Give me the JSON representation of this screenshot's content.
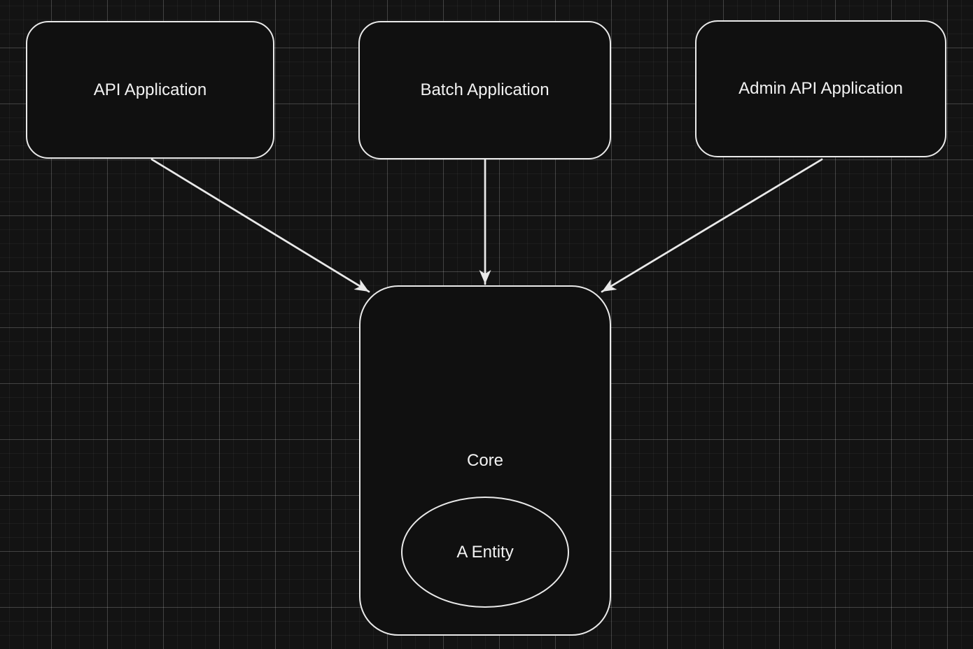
{
  "canvas": {
    "background_color": "#131313",
    "grid_minor_color": "#1d1d1d",
    "grid_major_color": "#3f3f44",
    "stroke_color": "#e9e9e9",
    "shape_fill_color": "#101010",
    "text_color": "#f2f2f2"
  },
  "diagram": {
    "nodes": [
      {
        "id": "api",
        "shape": "rectangle",
        "label": "API Application"
      },
      {
        "id": "batch",
        "shape": "rectangle",
        "label": "Batch Application"
      },
      {
        "id": "admin",
        "shape": "rectangle",
        "label": "Admin API Application"
      },
      {
        "id": "core",
        "shape": "rectangle",
        "label": "Core"
      },
      {
        "id": "entity",
        "shape": "ellipse",
        "label": "A Entity",
        "parent": "core"
      }
    ],
    "edges": [
      {
        "from": "api",
        "to": "core",
        "style": "arrow"
      },
      {
        "from": "batch",
        "to": "core",
        "style": "arrow"
      },
      {
        "from": "admin",
        "to": "core",
        "style": "arrow"
      }
    ]
  }
}
